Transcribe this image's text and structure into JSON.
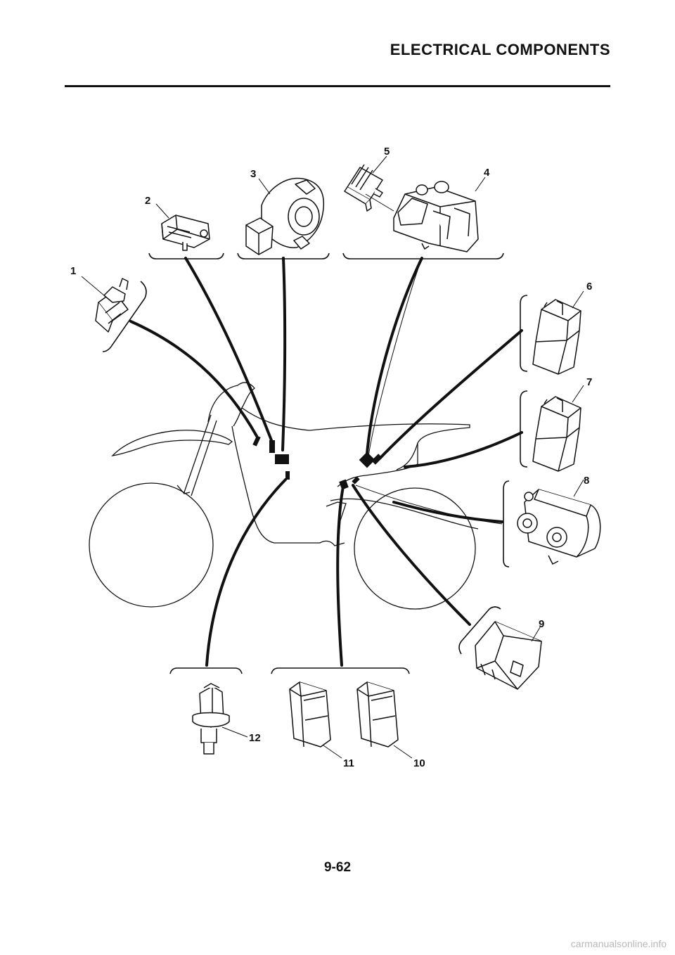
{
  "header": {
    "title": "ELECTRICAL COMPONENTS"
  },
  "callouts": [
    "1",
    "2",
    "3",
    "4",
    "5",
    "6",
    "7",
    "8",
    "9",
    "10",
    "11",
    "12"
  ],
  "footer": {
    "page_number": "9-62",
    "watermark": "carmanualsonline.info"
  }
}
